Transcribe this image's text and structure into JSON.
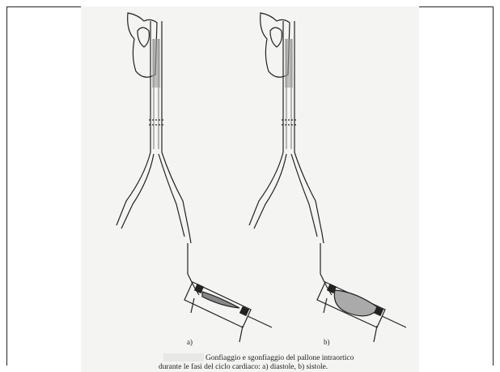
{
  "figure": {
    "panel_a_label": "a)",
    "panel_b_label": "b)",
    "caption_line1": "Gonfiaggio e sgonfiaggio del pallone intraortico",
    "caption_line2": "durante le fasi del ciclo cardiaco: a) diastole, b) sistole.",
    "colors": {
      "ink": "#222222",
      "paper": "#f4f4f2",
      "frame": "#222222"
    }
  }
}
